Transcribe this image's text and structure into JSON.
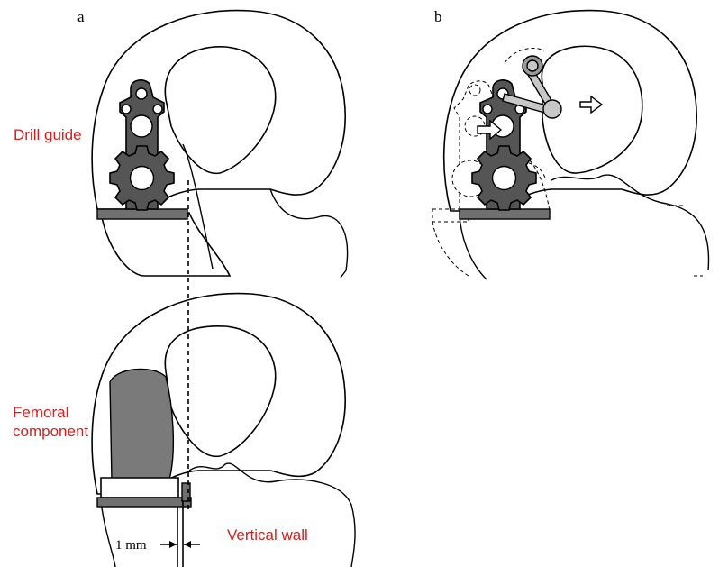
{
  "panels": {
    "a": {
      "label": "a"
    },
    "b": {
      "label": "b"
    }
  },
  "labels": {
    "drill_guide": "Drill guide",
    "femoral_line1": "Femoral",
    "femoral_line2": "component",
    "vertical_wall": "Vertical wall",
    "dimension": "1 mm"
  },
  "colors": {
    "label_red": "#d81e1e",
    "guide_gray": "#555555",
    "implant_gray": "#7a7a7a"
  }
}
